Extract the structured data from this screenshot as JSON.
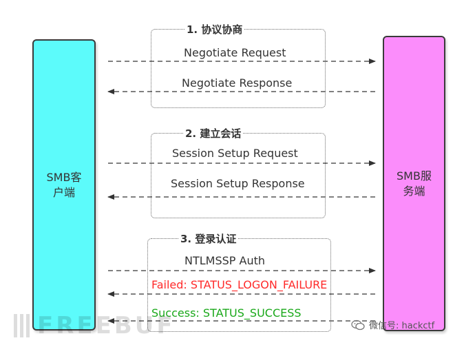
{
  "actors": {
    "client": {
      "label": "SMB客\n户端",
      "color": "#5cfbfb"
    },
    "server": {
      "label": "SMB服\n务端",
      "color": "#fb8dfb"
    }
  },
  "phases": [
    {
      "title": "1. 协议协商"
    },
    {
      "title": "2. 建立会话"
    },
    {
      "title": "3. 登录认证"
    }
  ],
  "messages": [
    {
      "label": "Negotiate Request",
      "direction": "to-server",
      "color": "#333333"
    },
    {
      "label": "Negotiate Response",
      "direction": "to-client",
      "color": "#333333"
    },
    {
      "label": "Session Setup Request",
      "direction": "to-server",
      "color": "#333333"
    },
    {
      "label": "Session Setup Response",
      "direction": "to-client",
      "color": "#333333"
    },
    {
      "label": "NTLMSSP Auth",
      "direction": "to-server",
      "color": "#333333"
    },
    {
      "label": "Failed: STATUS_LOGON_FAILURE",
      "direction": "to-client",
      "color": "#ff2a2a"
    },
    {
      "label": "Success: STATUS_SUCCESS",
      "direction": "to-client",
      "color": "#1aa81a"
    }
  ],
  "watermarks": {
    "left": "FREEBUF",
    "right": "微信号: hackctf"
  }
}
